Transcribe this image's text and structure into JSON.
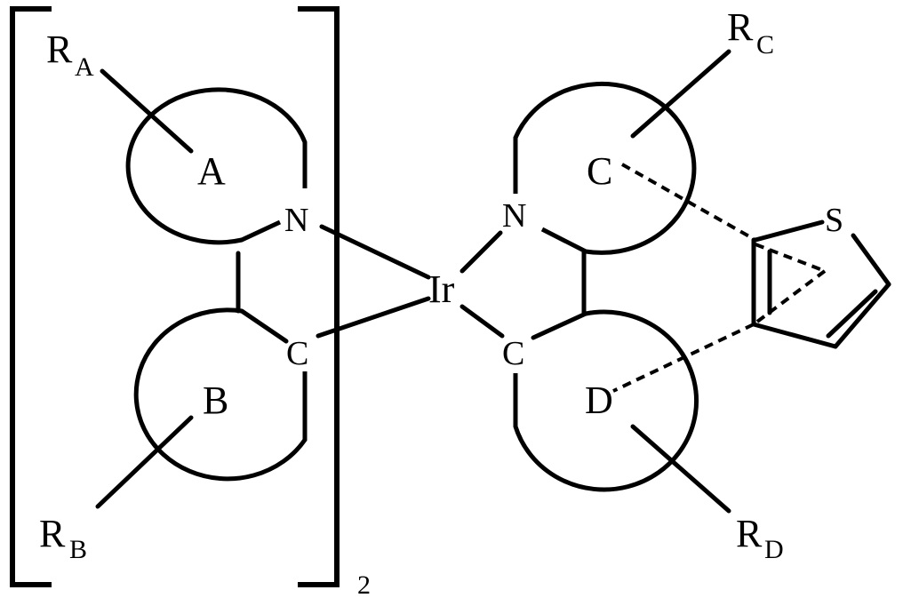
{
  "labels": {
    "ra_main": "R",
    "ra_sub": "A",
    "rb_main": "R",
    "rb_sub": "B",
    "rc_main": "R",
    "rc_sub": "C",
    "rd_main": "R",
    "rd_sub": "D",
    "ring_a": "A",
    "ring_b": "B",
    "ring_c": "C",
    "ring_d": "D",
    "n_left": "N",
    "c_left": "C",
    "n_right": "N",
    "c_right": "C",
    "metal": "Ir",
    "sulfur": "S",
    "bracket_subscript": "2"
  }
}
